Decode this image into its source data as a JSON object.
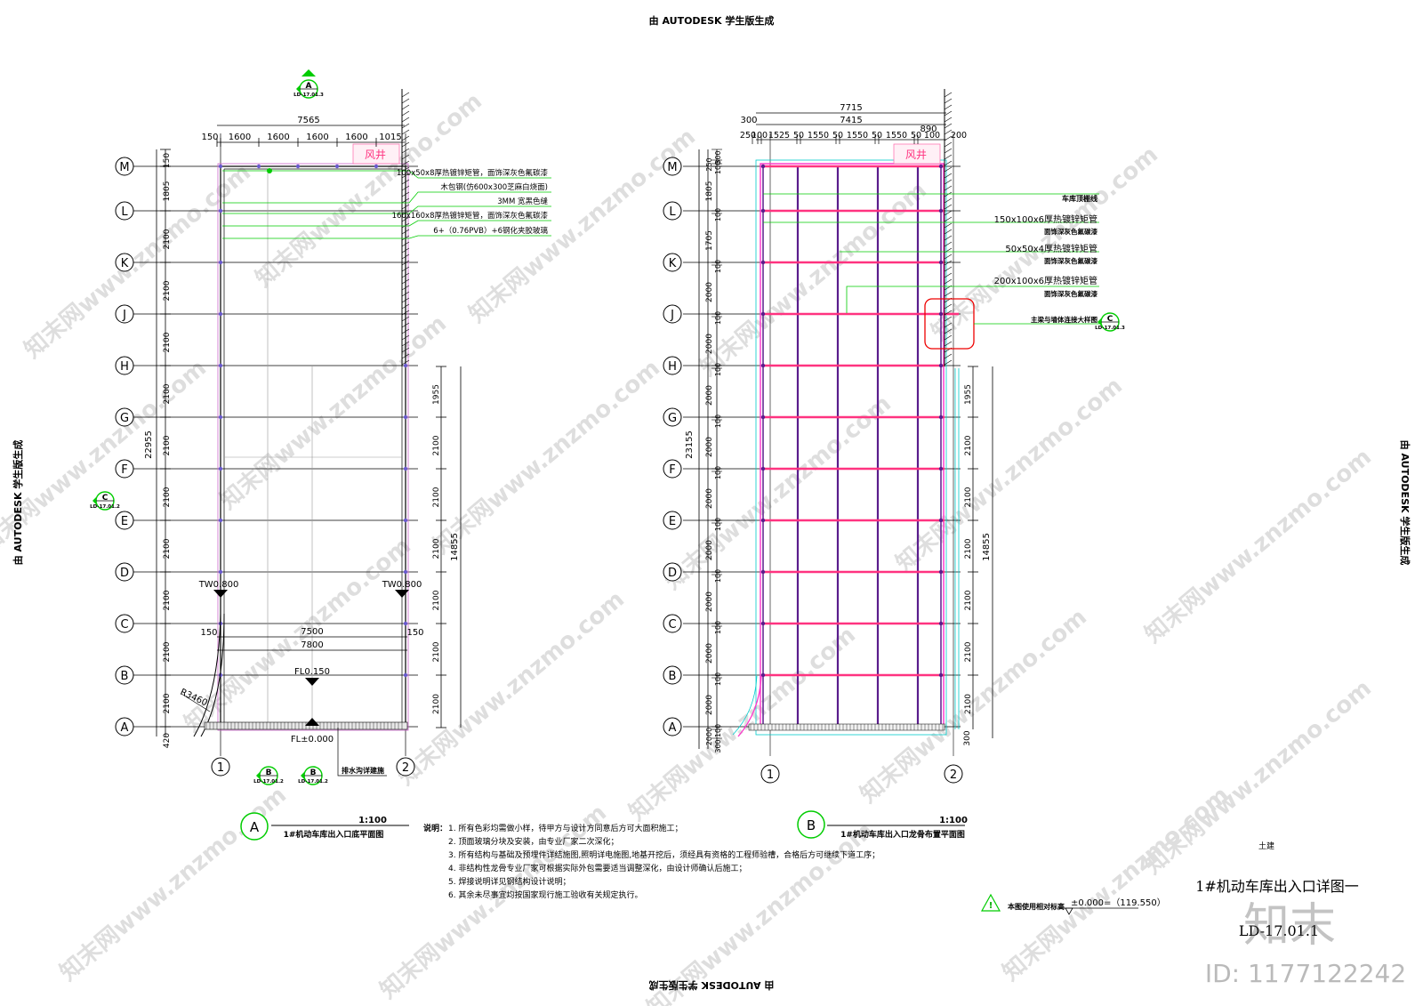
{
  "watermark_student": "由 AUTODESK 学生版生成",
  "watermark_site": "知末网www.znzmo.com",
  "axis_letters": [
    "M",
    "L",
    "K",
    "J",
    "H",
    "G",
    "F",
    "E",
    "D",
    "C",
    "B",
    "A"
  ],
  "axis_numbers": [
    "1",
    "2"
  ],
  "plan_a": {
    "top_dims": [
      "150",
      "1600",
      "1600",
      "1600",
      "1600",
      "1015"
    ],
    "total_width": "7565",
    "row_dims": [
      "150",
      "1805",
      "2100",
      "2100",
      "2100",
      "2100",
      "2100",
      "2100",
      "2100",
      "2100",
      "2100",
      "2100",
      "420"
    ],
    "overall_height": "22955",
    "right_dims": [
      "1955",
      "2100",
      "2100",
      "2100",
      "2100",
      "2100",
      "2100"
    ],
    "right_total": "14855",
    "vent_label": "风井",
    "tw_label": "TW0.800",
    "inner_width": "7500",
    "outer_width": "7800",
    "side_offset": "150",
    "fl_upper": "FL0.150",
    "fl_lower": "FL±0.000",
    "radius": "R3460",
    "drain_note": "排水沟详建施",
    "callouts": [
      "100x50x8厚热镀锌矩管，面饰深灰色氟碳漆",
      "木包钢(仿600x300芝麻白烧面)",
      "3MM 宽黑色缝",
      "160x160x8厚热镀锌矩管，面饰深灰色氟碳漆",
      "6+（0.76PVB）+6钢化夹胶玻璃"
    ],
    "sym_top": {
      "letter": "A",
      "ref": "LD-17.01.3"
    },
    "sym_left": {
      "letter": "C",
      "ref": "LD-17.01.2"
    },
    "sym_bottom": [
      {
        "letter": "B",
        "ref": "LD-17.01.2"
      },
      {
        "letter": "B",
        "ref": "LD-17.01.2"
      }
    ],
    "title_letter": "A",
    "scale": "1:100",
    "title": "1#机动车库出入口底平面图"
  },
  "plan_b": {
    "top_dim_total": "7715",
    "dim_300": "300",
    "dim_7415": "7415",
    "dim_890": "890",
    "top_dims": [
      "250",
      "100",
      "1525",
      "50",
      "1550",
      "50",
      "1550",
      "50",
      "1550",
      "50",
      "100"
    ],
    "right_top_dim": "200",
    "row_dims": [
      "300",
      "250",
      "100",
      "1805",
      "100",
      "1705",
      "100",
      "2000",
      "100",
      "2000",
      "100",
      "2000",
      "100",
      "2000",
      "100",
      "2000",
      "100",
      "2000",
      "100",
      "2000",
      "100",
      "2000",
      "100",
      "2000",
      "100",
      "2000",
      "300",
      "250"
    ],
    "overall_height": "23155",
    "right_dims": [
      "1955",
      "2100",
      "2100",
      "2100",
      "2100",
      "2100",
      "2100"
    ],
    "right_total": "14855",
    "right_bottom": "300",
    "vent_label": "风井",
    "callouts": [
      "车库顶棚线",
      "150x100x6厚热镀锌矩管",
      "面饰深灰色氟碳漆",
      "50x50x4厚热镀锌矩管",
      "面饰深灰色氟碳漆",
      "200x100x6厚热镀锌矩管",
      "面饰深灰色氟碳漆",
      "主梁与墙体连接大样图"
    ],
    "sym_right": {
      "letter": "C",
      "ref": "LD-17.01.3"
    },
    "title_letter": "B",
    "scale": "1:100",
    "title": "1#机动车库出入口龙骨布置平面图"
  },
  "notes": {
    "label": "说明：",
    "items": [
      "1. 所有色彩均需做小样，待甲方与设计方同意后方可大面积施工；",
      "2. 顶面玻璃分块及安装，由专业厂家二次深化；",
      "3. 所有结构与基础及预埋件详结施图,照明详电施图,地基开挖后，须经具有资格的工程师验槽，合格后方可继续下道工序；",
      "4. 非结构性龙骨专业厂家可根据实际外包需要适当调整深化，由设计师确认后施工；",
      "5. 焊接说明详见钢结构设计说明；",
      "6. 其余未尽事宜均按国家现行施工验收有关规定执行。"
    ]
  },
  "elevation_note": {
    "text": "本图使用相对标高",
    "value": "±0.000=（119.550）"
  },
  "title_block": {
    "discipline": "土建",
    "drawing_title": "1#机动车库出入口详图一",
    "drawing_no": "LD-17.01.1"
  },
  "brand": {
    "logo": "知末",
    "id": "ID: 1177122242"
  },
  "colors": {
    "accent_green": "#00cc00",
    "magenta": "#ff00ff",
    "pink": "#ff3380",
    "purple": "#5a1d8c",
    "red": "#ee0000",
    "cyan": "#00cccc",
    "grid": "#000000"
  }
}
